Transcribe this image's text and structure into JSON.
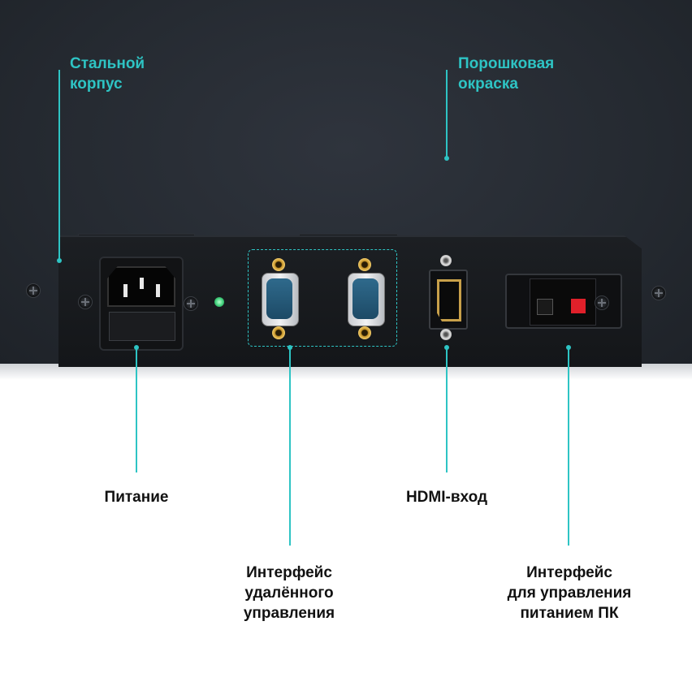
{
  "labels": {
    "steel_body": [
      "Стальной",
      "корпус"
    ],
    "powder_coating": [
      "Порошковая",
      "окраска"
    ],
    "power": "Питание",
    "hdmi_input": "HDMI-вход",
    "remote_interface": [
      "Интерфейс",
      "удалённого",
      "управления"
    ],
    "pc_power_interface": [
      "Интерфейс",
      "для управления",
      "питанием ПК"
    ]
  },
  "colors": {
    "accent": "#2ec4c4",
    "device_body": "#262b32",
    "label_text": "#111111"
  }
}
